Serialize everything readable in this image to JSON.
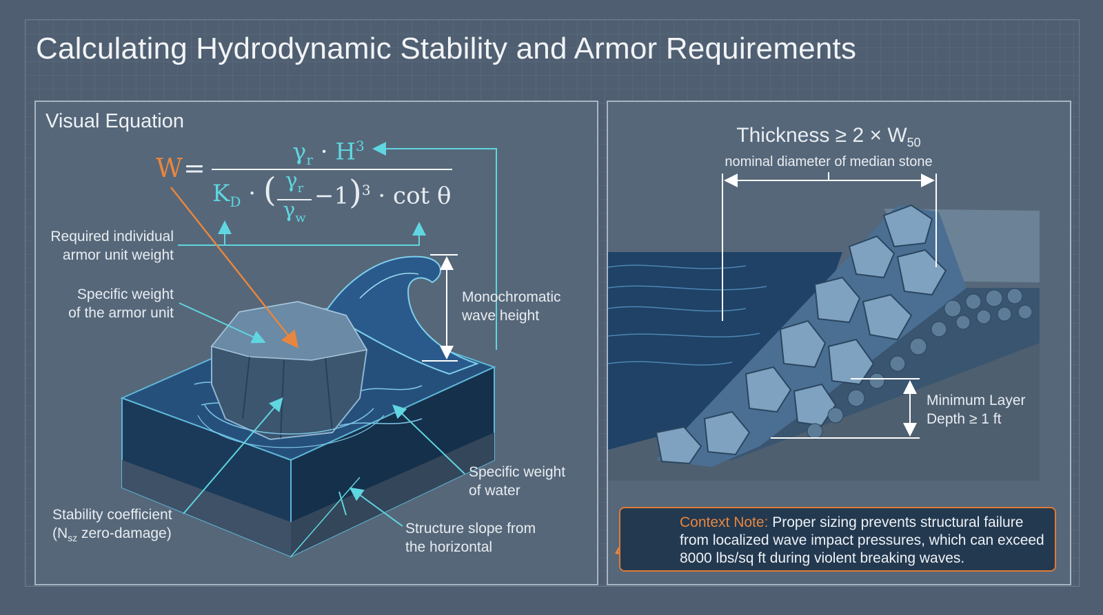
{
  "title": "Calculating Hydrodynamic Stability and Armor Requirements",
  "left_panel": {
    "heading": "Visual Equation",
    "equation": {
      "lhs": "W",
      "equals": "=",
      "num_gamma": "γ",
      "num_gamma_sub": "r",
      "num_dot": "·",
      "num_H": "H",
      "num_H_sup": "3",
      "den_K": "K",
      "den_K_sub": "D",
      "den_dot1": "·",
      "den_open": "(",
      "den_frac_top": "γ",
      "den_frac_top_sub": "r",
      "den_frac_bottom": "γ",
      "den_frac_bottom_sub": "w",
      "den_minus_one": "−1",
      "den_close": ")",
      "den_cube": "3",
      "den_dot2": "·",
      "den_cot": "cot θ"
    },
    "labels": {
      "weight": [
        "Required individual",
        "armor unit weight"
      ],
      "specific_armor": [
        "Specific weight",
        "of the armor unit"
      ],
      "wave": [
        "Monochromatic",
        "wave height"
      ],
      "water": [
        "Specific weight",
        "of water"
      ],
      "stability_line1": "Stability coefficient",
      "stability_line2_pre": "(N",
      "stability_line2_sub": "sz",
      "stability_line2_post": " zero-damage)",
      "slope": [
        "Structure slope from",
        "the horizontal"
      ]
    }
  },
  "right_panel": {
    "thickness_pre": "Thickness ≥ 2 × W",
    "thickness_sub": "50",
    "thickness_caption": "nominal diameter of median stone",
    "min_layer": [
      "Minimum Layer",
      "Depth ≥ 1 ft"
    ],
    "note": {
      "head": "Context Note:",
      "body": " Proper sizing prevents structural failure from localized wave impact pressures, which can exceed 8000 lbs/sq ft during violent breaking waves."
    }
  },
  "colors": {
    "cyan": "#5fd6e0",
    "orange": "#e8863f",
    "background": "#4f5f71",
    "panel_border": "#a9b6c4",
    "water_dark": "#1f4266"
  }
}
